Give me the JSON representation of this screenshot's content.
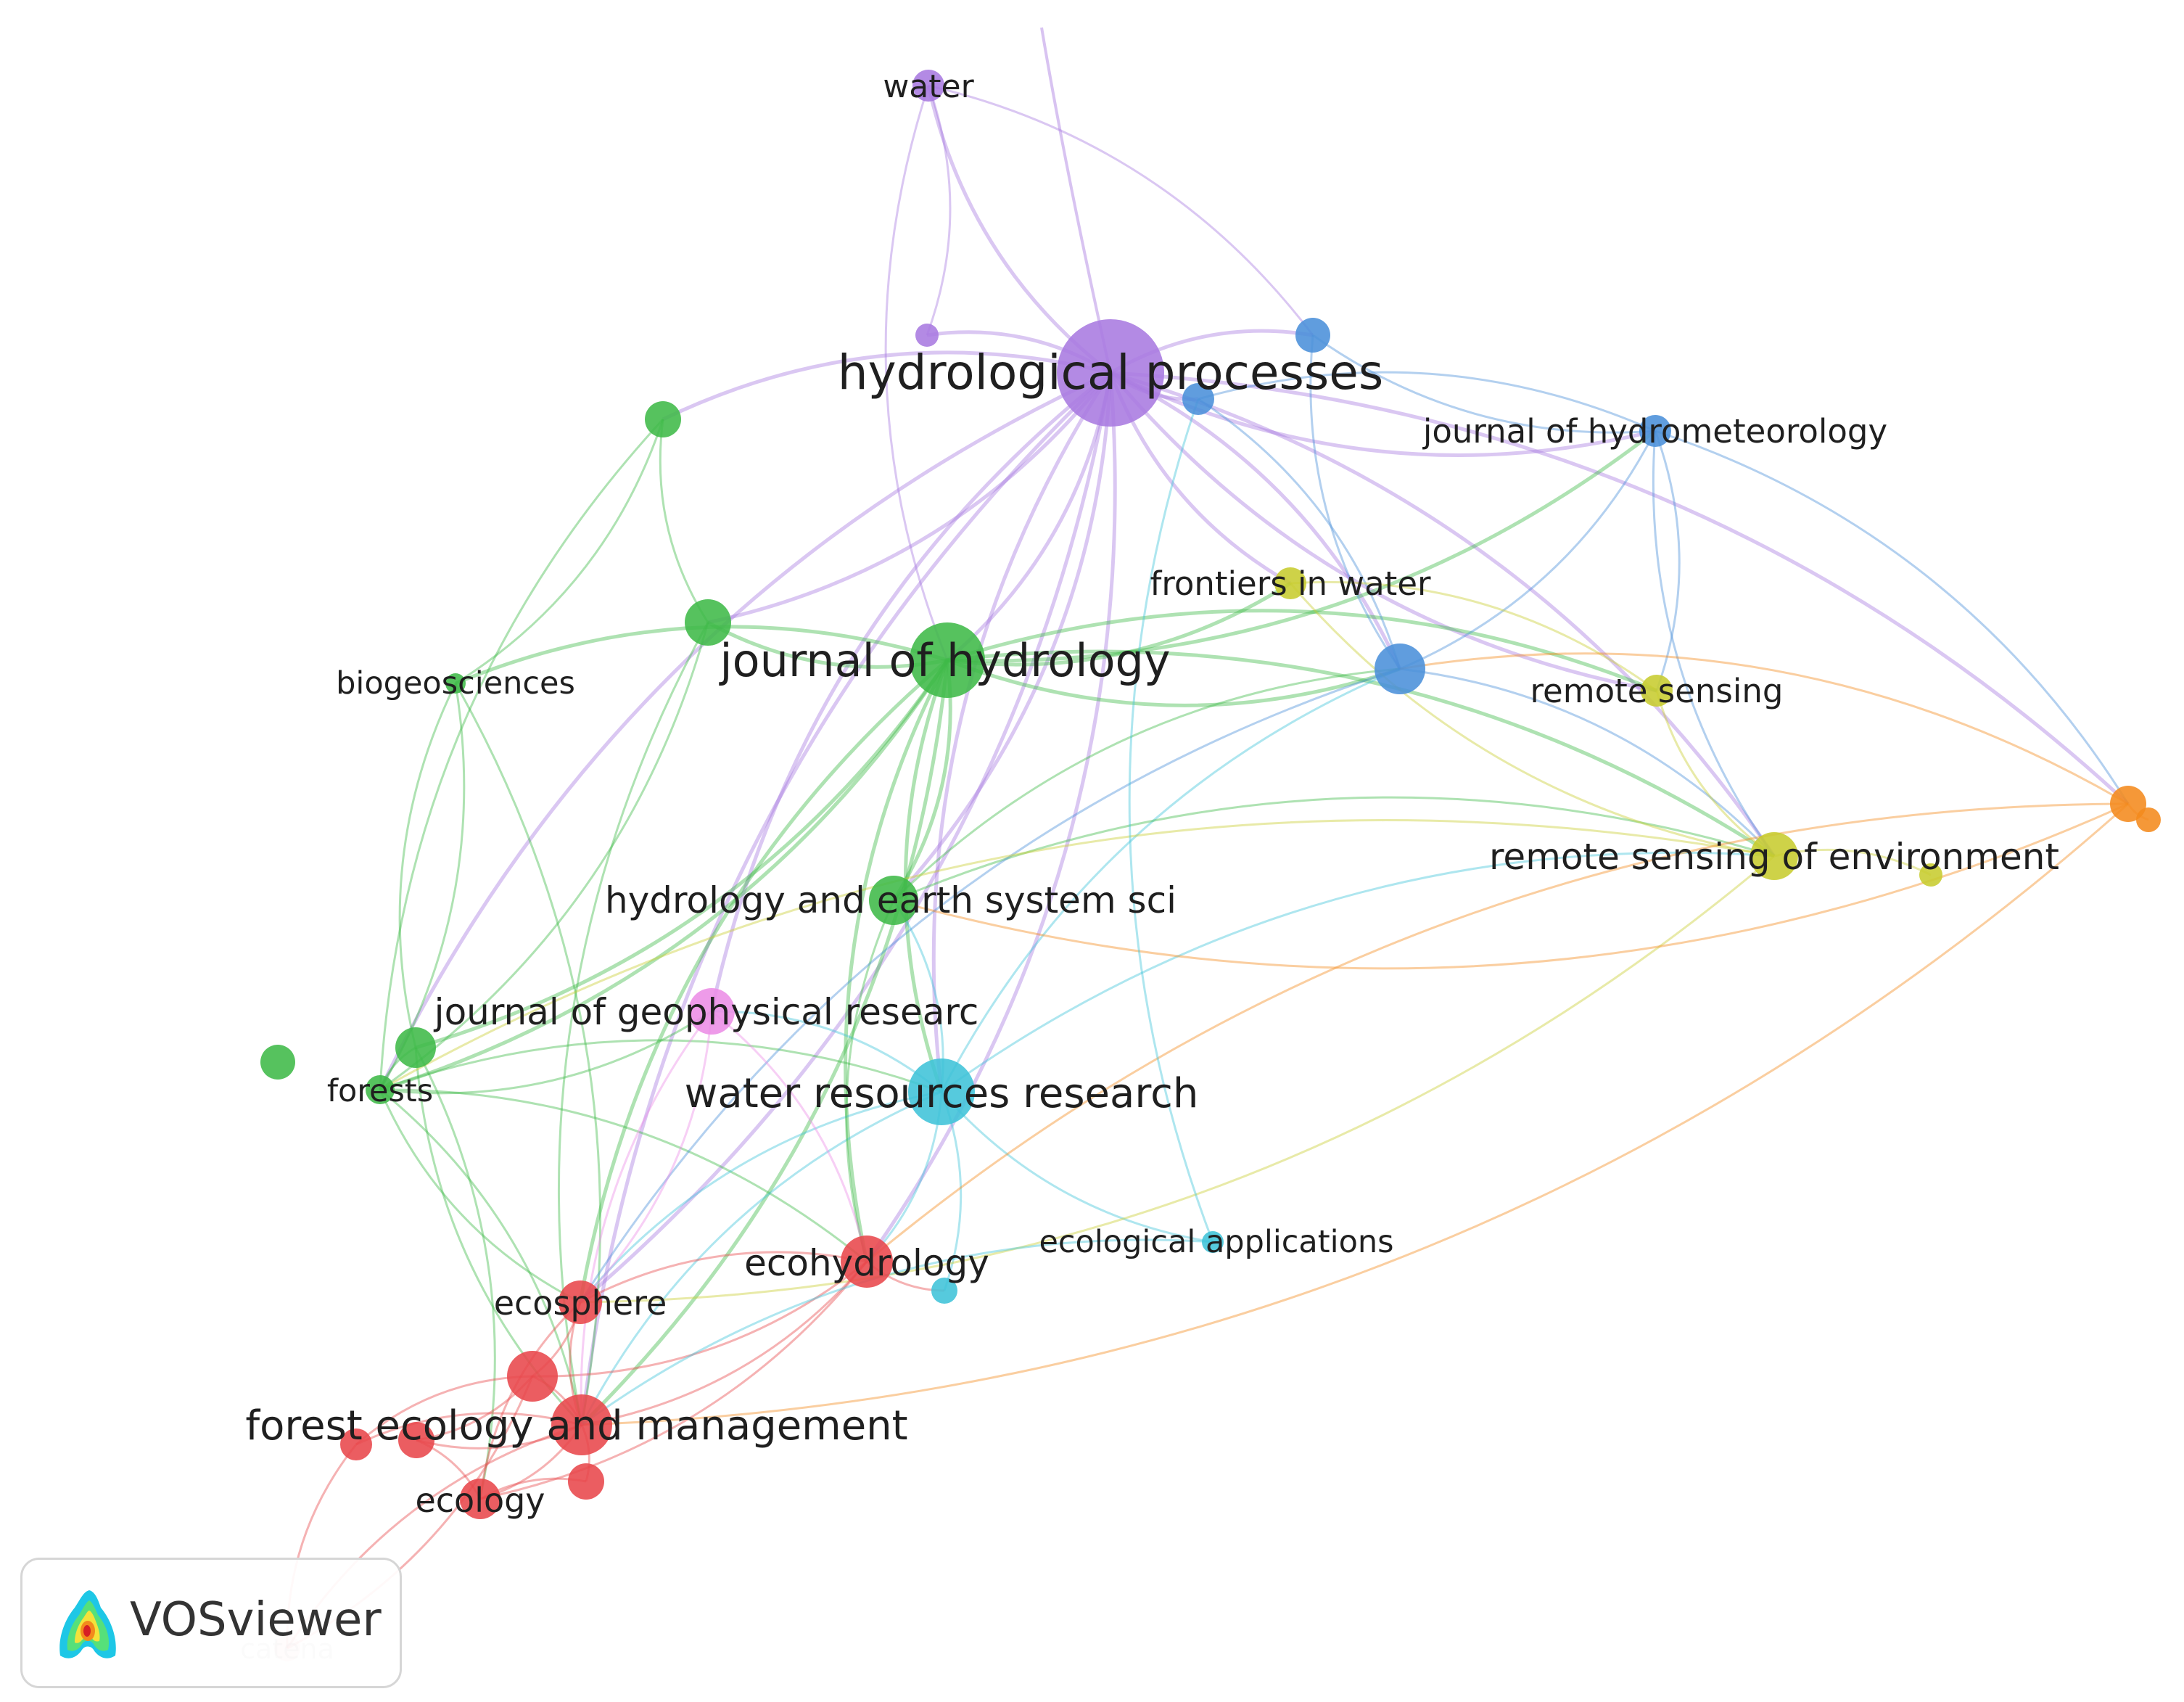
{
  "cluster_colors": {
    "red": "#e8474b",
    "green": "#3fba48",
    "blue": "#4a90d9",
    "yellow": "#c7cc2f",
    "purple": "#a87ae0",
    "cyan": "#3fc3d8",
    "orange": "#f48a1c",
    "pink": "#ec8de6"
  },
  "nodes": [
    {
      "id": "hydrological-processes",
      "label": "hydrological processes",
      "cluster": "purple"
    },
    {
      "id": "water",
      "label": "water",
      "cluster": "purple"
    },
    {
      "id": "purple-small",
      "label": "",
      "cluster": "purple"
    },
    {
      "id": "journal-of-hydrology",
      "label": "journal of hydrology",
      "cluster": "green"
    },
    {
      "id": "hydrology-and-earth-system-sci",
      "label": "hydrology and earth system sci",
      "cluster": "green"
    },
    {
      "id": "biogeosciences",
      "label": "biogeosciences",
      "cluster": "green"
    },
    {
      "id": "forests",
      "label": "forests",
      "cluster": "green"
    },
    {
      "id": "green-a",
      "label": "",
      "cluster": "green"
    },
    {
      "id": "green-b",
      "label": "",
      "cluster": "green"
    },
    {
      "id": "green-c",
      "label": "",
      "cluster": "green"
    },
    {
      "id": "green-d",
      "label": "",
      "cluster": "green"
    },
    {
      "id": "journal-of-hydrometeorology",
      "label": "journal of hydrometeorology",
      "cluster": "blue"
    },
    {
      "id": "blue-a",
      "label": "",
      "cluster": "blue"
    },
    {
      "id": "blue-b",
      "label": "",
      "cluster": "blue"
    },
    {
      "id": "blue-c",
      "label": "",
      "cluster": "blue"
    },
    {
      "id": "frontiers-in-water",
      "label": "frontiers in water",
      "cluster": "yellow"
    },
    {
      "id": "remote-sensing",
      "label": "remote sensing",
      "cluster": "yellow"
    },
    {
      "id": "remote-sensing-of-environment",
      "label": "remote sensing of environment",
      "cluster": "yellow"
    },
    {
      "id": "yellow-small",
      "label": "",
      "cluster": "yellow"
    },
    {
      "id": "journal-of-geophysical-researc",
      "label": "journal of geophysical researc",
      "cluster": "pink"
    },
    {
      "id": "water-resources-research",
      "label": "water resources research",
      "cluster": "cyan"
    },
    {
      "id": "ecological-applications",
      "label": "ecological applications",
      "cluster": "cyan"
    },
    {
      "id": "cyan-small",
      "label": "",
      "cluster": "cyan"
    },
    {
      "id": "ecohydrology",
      "label": "ecohydrology",
      "cluster": "red"
    },
    {
      "id": "ecosphere",
      "label": "ecosphere",
      "cluster": "red"
    },
    {
      "id": "forest-ecology-and-management",
      "label": "forest ecology and management",
      "cluster": "red"
    },
    {
      "id": "ecology",
      "label": "ecology",
      "cluster": "red"
    },
    {
      "id": "catena",
      "label": "catena",
      "cluster": "red"
    },
    {
      "id": "red-a",
      "label": "",
      "cluster": "red"
    },
    {
      "id": "red-b",
      "label": "",
      "cluster": "red"
    },
    {
      "id": "red-c",
      "label": "",
      "cluster": "red"
    },
    {
      "id": "red-d",
      "label": "",
      "cluster": "red"
    },
    {
      "id": "orange-a",
      "label": "",
      "cluster": "orange"
    },
    {
      "id": "orange-b",
      "label": "",
      "cluster": "orange"
    }
  ],
  "links": [
    [
      "hydrological-processes",
      "journal-of-hydrology"
    ],
    [
      "hydrological-processes",
      "water-resources-research"
    ],
    [
      "hydrological-processes",
      "hydrology-and-earth-system-sci"
    ],
    [
      "hydrological-processes",
      "journal-of-hydrometeorology"
    ],
    [
      "hydrological-processes",
      "blue-c"
    ],
    [
      "hydrological-processes",
      "frontiers-in-water"
    ],
    [
      "hydrological-processes",
      "water"
    ],
    [
      "hydrological-processes",
      "purple-small"
    ],
    [
      "hydrological-processes",
      "blue-a"
    ],
    [
      "hydrological-processes",
      "blue-b"
    ],
    [
      "hydrological-processes",
      "ecohydrology"
    ],
    [
      "hydrological-processes",
      "forest-ecology-and-management"
    ],
    [
      "hydrological-processes",
      "remote-sensing-of-environment"
    ],
    [
      "hydrological-processes",
      "green-a"
    ],
    [
      "hydrological-processes",
      "green-b"
    ],
    [
      "hydrological-processes",
      "journal-of-geophysical-researc"
    ],
    [
      "hydrological-processes",
      "ecosphere"
    ],
    [
      "hydrological-processes",
      "remote-sensing"
    ],
    [
      "hydrological-processes",
      "orange-a"
    ],
    [
      "hydrological-processes",
      "forests"
    ],
    [
      "water",
      "purple-small"
    ],
    [
      "water",
      "journal-of-hydrology"
    ],
    [
      "water",
      "blue-a"
    ],
    [
      "journal-of-hydrology",
      "water-resources-research"
    ],
    [
      "journal-of-hydrology",
      "hydrology-and-earth-system-sci"
    ],
    [
      "journal-of-hydrology",
      "frontiers-in-water"
    ],
    [
      "journal-of-hydrology",
      "green-b"
    ],
    [
      "journal-of-hydrology",
      "blue-c"
    ],
    [
      "journal-of-hydrology",
      "remote-sensing-of-environment"
    ],
    [
      "journal-of-hydrology",
      "ecohydrology"
    ],
    [
      "journal-of-hydrology",
      "forest-ecology-and-management"
    ],
    [
      "journal-of-hydrology",
      "biogeosciences"
    ],
    [
      "journal-of-hydrology",
      "forests"
    ],
    [
      "journal-of-hydrology",
      "journal-of-hydrometeorology"
    ],
    [
      "journal-of-hydrology",
      "remote-sensing"
    ],
    [
      "journal-of-hydrology",
      "ecosphere"
    ],
    [
      "journal-of-hydrology",
      "green-c"
    ],
    [
      "green-a",
      "green-b"
    ],
    [
      "green-a",
      "biogeosciences"
    ],
    [
      "green-a",
      "forests"
    ],
    [
      "green-b",
      "forests"
    ],
    [
      "green-b",
      "forest-ecology-and-management"
    ],
    [
      "biogeosciences",
      "forests"
    ],
    [
      "biogeosciences",
      "green-c"
    ],
    [
      "biogeosciences",
      "forest-ecology-and-management"
    ],
    [
      "green-c",
      "forests"
    ],
    [
      "green-c",
      "ecology"
    ],
    [
      "green-c",
      "forest-ecology-and-management"
    ],
    [
      "forests",
      "forest-ecology-and-management"
    ],
    [
      "forests",
      "ecosphere"
    ],
    [
      "forests",
      "water-resources-research"
    ],
    [
      "forests",
      "journal-of-geophysical-researc"
    ],
    [
      "forests",
      "ecohydrology"
    ],
    [
      "water-resources-research",
      "hydrology-and-earth-system-sci"
    ],
    [
      "water-resources-research",
      "ecohydrology"
    ],
    [
      "water-resources-research",
      "ecological-applications"
    ],
    [
      "water-resources-research",
      "cyan-small"
    ],
    [
      "water-resources-research",
      "forest-ecology-and-management"
    ],
    [
      "water-resources-research",
      "blue-c"
    ],
    [
      "water-resources-research",
      "journal-of-geophysical-researc"
    ],
    [
      "water-resources-research",
      "remote-sensing-of-environment"
    ],
    [
      "water-resources-research",
      "ecosphere"
    ],
    [
      "hydrology-and-earth-system-sci",
      "blue-c"
    ],
    [
      "hydrology-and-earth-system-sci",
      "ecohydrology"
    ],
    [
      "hydrology-and-earth-system-sci",
      "remote-sensing-of-environment"
    ],
    [
      "blue-c",
      "journal-of-hydrometeorology"
    ],
    [
      "blue-c",
      "remote-sensing-of-environment"
    ],
    [
      "blue-c",
      "ecosphere"
    ],
    [
      "blue-c",
      "blue-a"
    ],
    [
      "blue-c",
      "blue-b"
    ],
    [
      "journal-of-hydrometeorology",
      "remote-sensing"
    ],
    [
      "journal-of-hydrometeorology",
      "remote-sensing-of-environment"
    ],
    [
      "journal-of-hydrometeorology",
      "blue-a"
    ],
    [
      "journal-of-hydrometeorology",
      "blue-b"
    ],
    [
      "journal-of-hydrometeorology",
      "orange-a"
    ],
    [
      "frontiers-in-water",
      "remote-sensing-of-environment"
    ],
    [
      "frontiers-in-water",
      "remote-sensing"
    ],
    [
      "remote-sensing",
      "remote-sensing-of-environment"
    ],
    [
      "remote-sensing-of-environment",
      "yellow-small"
    ],
    [
      "remote-sensing-of-environment",
      "forests"
    ],
    [
      "remote-sensing-of-environment",
      "ecosphere"
    ],
    [
      "orange-a",
      "orange-b"
    ],
    [
      "orange-a",
      "forest-ecology-and-management"
    ],
    [
      "orange-a",
      "blue-c"
    ],
    [
      "orange-a",
      "hydrology-and-earth-system-sci"
    ],
    [
      "orange-a",
      "ecohydrology"
    ],
    [
      "ecohydrology",
      "forest-ecology-and-management"
    ],
    [
      "ecohydrology",
      "ecosphere"
    ],
    [
      "ecohydrology",
      "ecology"
    ],
    [
      "ecohydrology",
      "cyan-small"
    ],
    [
      "ecohydrology",
      "red-a"
    ],
    [
      "ecological-applications",
      "forest-ecology-and-management"
    ],
    [
      "ecological-applications",
      "blue-b"
    ],
    [
      "ecosphere",
      "forest-ecology-and-management"
    ],
    [
      "ecosphere",
      "red-a"
    ],
    [
      "ecosphere",
      "ecology"
    ],
    [
      "forest-ecology-and-management",
      "ecology"
    ],
    [
      "forest-ecology-and-management",
      "red-a"
    ],
    [
      "forest-ecology-and-management",
      "red-b"
    ],
    [
      "forest-ecology-and-management",
      "red-c"
    ],
    [
      "forest-ecology-and-management",
      "red-d"
    ],
    [
      "forest-ecology-and-management",
      "catena"
    ],
    [
      "red-a",
      "red-b"
    ],
    [
      "red-a",
      "red-c"
    ],
    [
      "red-a",
      "catena"
    ],
    [
      "red-c",
      "catena"
    ],
    [
      "red-b",
      "ecology"
    ],
    [
      "red-d",
      "ecology"
    ],
    [
      "journal-of-geophysical-researc",
      "ecohydrology"
    ],
    [
      "journal-of-geophysical-researc",
      "forest-ecology-and-management"
    ],
    [
      "journal-of-geophysical-researc",
      "ecosphere"
    ]
  ],
  "logo": {
    "text": "VOSviewer"
  }
}
